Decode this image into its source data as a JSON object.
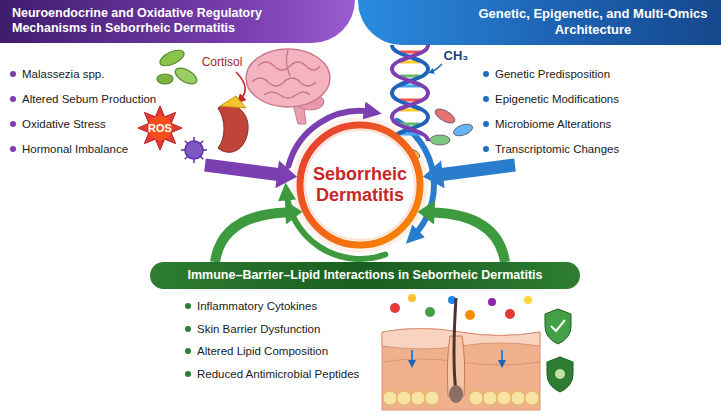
{
  "diagram": {
    "nodes": [
      {
        "text": [
          "Neuroendocrine and Oxidative Regulatory Mechanisms in Seborrheic Dermatitis",
          "Malassezia spp.",
          "Altered Sebum Production",
          "Oxidative Stress",
          "Hormonal Imbalance"
        ]
      },
      {
        "text": [
          "Genetic, Epigenetic, and Multi-Omics Architecture",
          "Genetic Predisposition",
          "Epigenetic Modifications",
          "Microbiome Alterations",
          "Transcriptomic Changes"
        ]
      },
      {
        "text": [
          "Seborrheic Dermatitis"
        ]
      },
      {
        "text": [
          "Immune–Barrier–Lipid Interactions in Seborrheic Dermatitis",
          "Inflammatory Cytokines",
          "Skin Barrier Dysfunction",
          "Altered Lipid Composition",
          "Reduced Antimicrobial Peptides"
        ]
      }
    ],
    "edges": [
      {
        "from": 0,
        "to": 2,
        "arrow": "to"
      },
      {
        "from": 1,
        "to": 2,
        "arrow": "to"
      },
      {
        "from": 3,
        "to": 2,
        "arrow": "to"
      },
      {
        "from": 3,
        "to": 2,
        "arrow": "to"
      }
    ],
    "labels": [
      "Cortisol",
      "ROS",
      "CH₃"
    ]
  }
}
